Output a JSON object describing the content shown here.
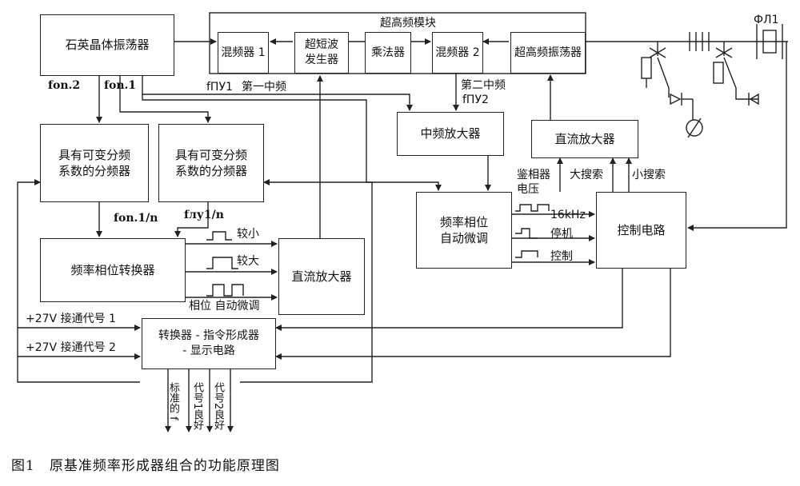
{
  "blocks": {
    "crystal_osc": "石英晶体振荡器",
    "uhf_module": "超高频模块",
    "mixer1": "混频器 1",
    "vhf_gen": "超短波\n发生器",
    "multiplier": "乘法器",
    "mixer2": "混频器 2",
    "uhf_osc": "超高频振荡器",
    "divider1": "具有可变分频\n系数的分频器",
    "divider2": "具有可变分频\n系数的分频器",
    "if_amp": "中频放大器",
    "dc_amp_top": "直流放大器",
    "freq_phase_conv": "频率相位转换器",
    "dc_amp_mid": "直流放大器",
    "afc": "频率相位\n自动微调",
    "control": "控制电路",
    "converter": "转换器 - 指令形成器\n- 显示电路"
  },
  "labels": {
    "fon2": "fon.2",
    "fon1": "fon.1",
    "fpu1": "fПУ1",
    "first_if": "第一中频",
    "second_if": "第二中频",
    "fpu2": "fПУ2",
    "fon1n": "fon.1/n",
    "fpu1n": "fлу1/n",
    "smaller": "较小",
    "larger": "较大",
    "phase_afc": "相位 自动微调",
    "detector_v1": "鉴相器",
    "detector_v2": "电压",
    "big_search": "大搜索",
    "small_search": "小搜索",
    "khz16": "16kHz",
    "stop": "停机",
    "ctrl": "控制",
    "p27v1": "+27V 接通代号 1",
    "p27v2": "+27V 接通代号 2",
    "out_std": "标准的 f",
    "out_code1": "代号1良好",
    "out_code2": "代号2良好",
    "antenna": "ФЛ1"
  },
  "caption": "图1　原基准频率形成器组合的功能原理图"
}
